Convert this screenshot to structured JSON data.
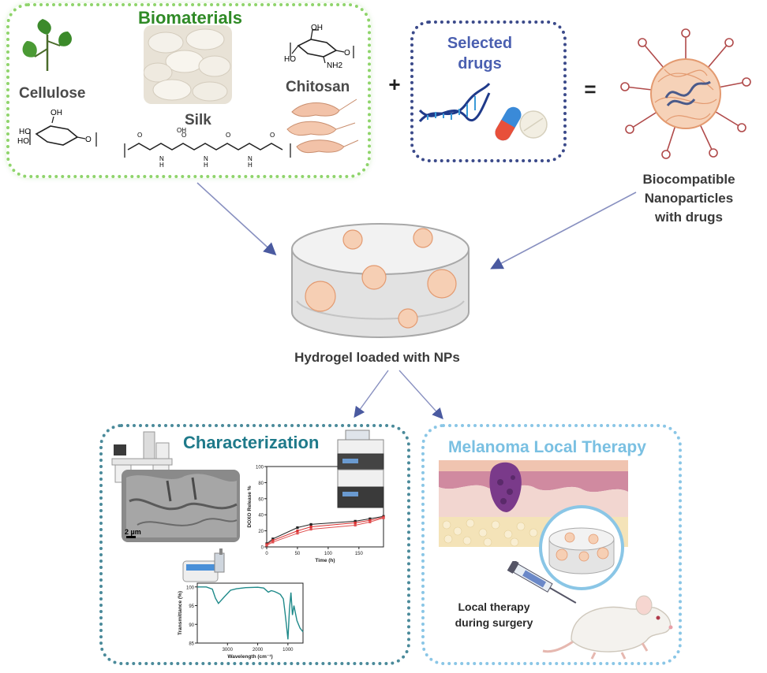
{
  "biomaterials": {
    "title": "Biomaterials",
    "cellulose": "Cellulose",
    "silk": "Silk",
    "chitosan": "Chitosan",
    "chitosan_chem": {
      "oh": "OH",
      "ho": "HO",
      "o": "O",
      "nh2": "NH2"
    },
    "cellulose_chem": {
      "oh": "OH",
      "ho": "HO",
      "o": "O"
    },
    "silk_chem": {
      "oh": "OH",
      "n": "N",
      "h": "H",
      "o": "O"
    }
  },
  "operators": {
    "plus": "+",
    "equals": "="
  },
  "drugs": {
    "title_line1": "Selected",
    "title_line2": "drugs"
  },
  "nanoparticles": {
    "line1": "Biocompatible",
    "line2": "Nanoparticles",
    "line3": "with drugs"
  },
  "hydrogel": {
    "label": "Hydrogel loaded with NPs"
  },
  "characterization": {
    "title": "Characterization",
    "sem_scale": "2 µm",
    "release_chart": {
      "ylabel": "DOXO Release %",
      "xlabel": "Time (h)",
      "yticks": [
        "0",
        "20",
        "40",
        "60",
        "80",
        "100"
      ],
      "xticks": [
        "0",
        "50",
        "100",
        "150"
      ]
    },
    "ftir_chart": {
      "ylabel": "Transmittance (%)",
      "xlabel": "Wavelength (cm⁻¹)",
      "yticks": [
        "100",
        "95",
        "90",
        "85"
      ],
      "xticks": [
        "3000",
        "2000",
        "1000"
      ]
    }
  },
  "chart_data": [
    {
      "type": "line",
      "ylabel": "DOXO Release %",
      "xlabel": "Time (h)",
      "xlim": [
        0,
        190
      ],
      "ylim": [
        0,
        100
      ],
      "series": [
        {
          "color": "#222222",
          "x": [
            0,
            10,
            50,
            72,
            144,
            168,
            190
          ],
          "y": [
            4,
            10,
            24,
            28,
            32,
            35,
            38
          ]
        },
        {
          "color": "#d83030",
          "x": [
            0,
            10,
            50,
            72,
            144,
            168,
            190
          ],
          "y": [
            3,
            8,
            20,
            25,
            30,
            33,
            37
          ]
        },
        {
          "color": "#e05050",
          "x": [
            0,
            10,
            50,
            72,
            144,
            168,
            190
          ],
          "y": [
            2,
            6,
            17,
            22,
            27,
            31,
            36
          ]
        }
      ]
    },
    {
      "type": "line",
      "ylabel": "Transmittance (%)",
      "xlabel": "Wavelength (cm⁻¹)",
      "xlim": [
        4000,
        500
      ],
      "ylim": [
        85,
        101
      ],
      "series": [
        {
          "color": "#1f8a8a",
          "x": [
            4000,
            3700,
            3500,
            3400,
            3300,
            3100,
            2900,
            2700,
            2400,
            2000,
            1800,
            1650,
            1550,
            1450,
            1350,
            1250,
            1150,
            1100,
            1050,
            1000,
            950,
            900,
            850,
            800,
            700,
            600,
            500
          ],
          "y": [
            100,
            100,
            99.4,
            97,
            95.6,
            97.4,
            99.1,
            99.5,
            99.8,
            99.9,
            99.7,
            98.6,
            99,
            98.8,
            98.4,
            98,
            96.8,
            93.5,
            90,
            86,
            94,
            98.5,
            92.5,
            95,
            91,
            89,
            88
          ]
        }
      ]
    }
  ],
  "melanoma": {
    "title": "Melanoma Local Therapy",
    "caption_line1": "Local therapy",
    "caption_line2": "during surgery"
  }
}
